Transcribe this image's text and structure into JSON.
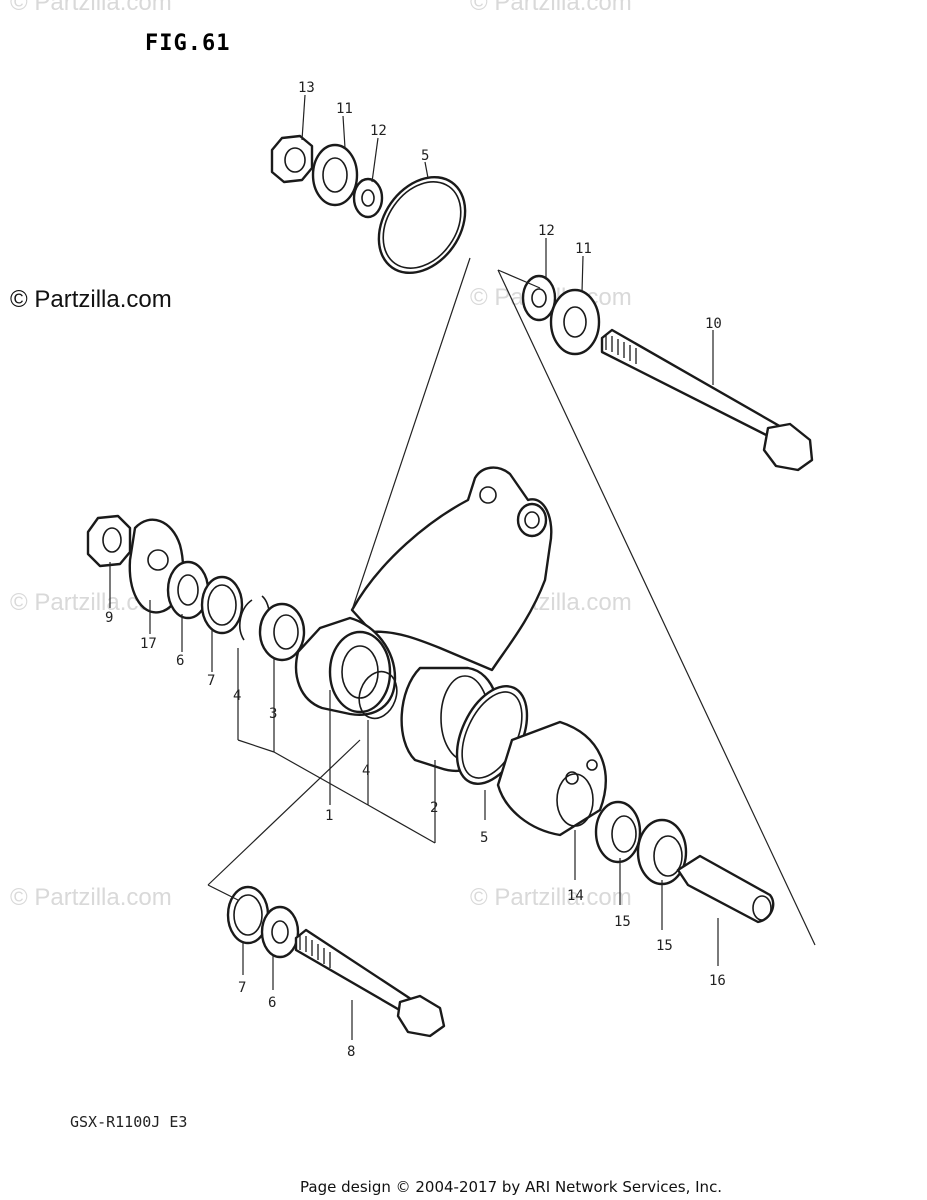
{
  "figure": {
    "title": "FIG.61",
    "model_code": "GSX-R1100J E3",
    "copyright_brand": "© Partzilla.com",
    "watermark_text": "© Partzilla.com",
    "footer_text": "Page design © 2004-2017 by ARI Network Services, Inc."
  },
  "callouts": [
    "13",
    "11",
    "12",
    "5",
    "12",
    "11",
    "10",
    "9",
    "17",
    "6",
    "7",
    "4",
    "3",
    "1",
    "4",
    "2",
    "5",
    "14",
    "15",
    "15",
    "16",
    "7",
    "6",
    "8"
  ],
  "colors": {
    "line": "#1a1a1a",
    "paper": "#ffffff",
    "watermark": "#d9d9d9"
  }
}
